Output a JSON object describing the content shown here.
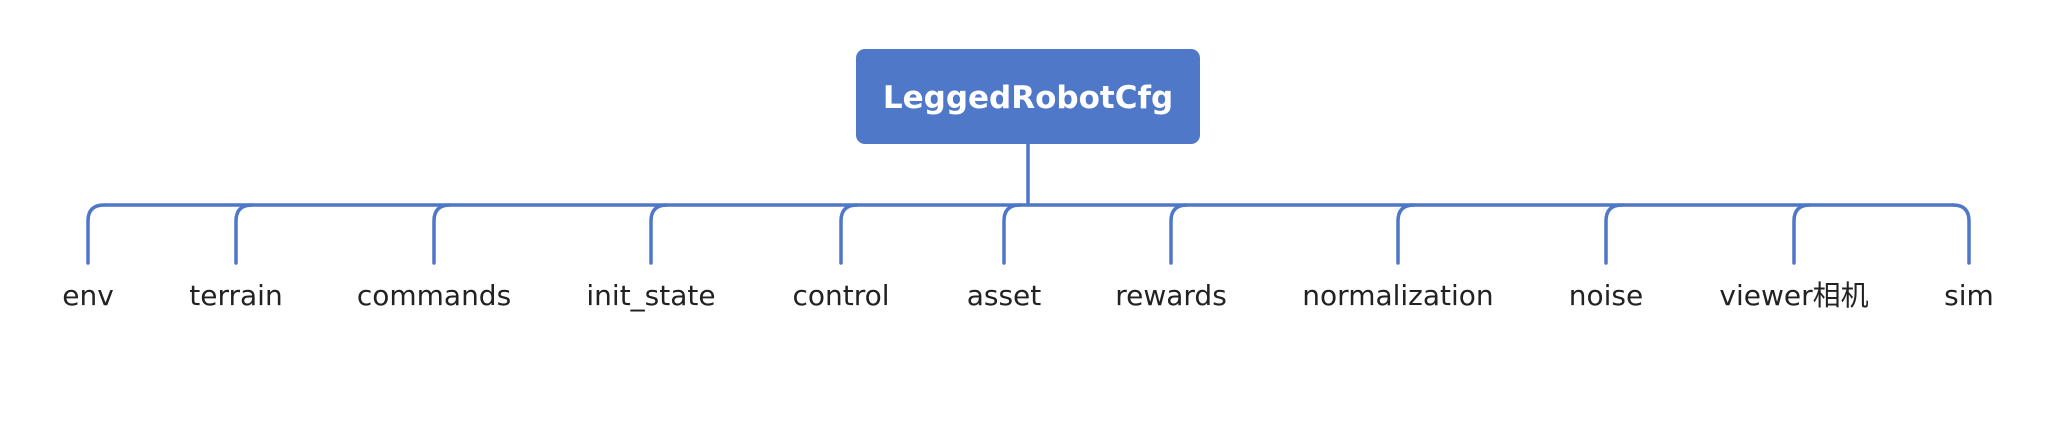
{
  "diagram": {
    "root": {
      "label": "LeggedRobotCfg"
    },
    "children": [
      {
        "label": "env"
      },
      {
        "label": "terrain"
      },
      {
        "label": "commands"
      },
      {
        "label": "init_state"
      },
      {
        "label": "control"
      },
      {
        "label": "asset"
      },
      {
        "label": "rewards"
      },
      {
        "label": "normalization"
      },
      {
        "label": "noise"
      },
      {
        "label": "viewer相机"
      },
      {
        "label": "sim"
      }
    ],
    "colors": {
      "accent": "#5078C8",
      "line": "#4F77C8",
      "text": "#222222",
      "root_text": "#FFFFFF"
    }
  }
}
